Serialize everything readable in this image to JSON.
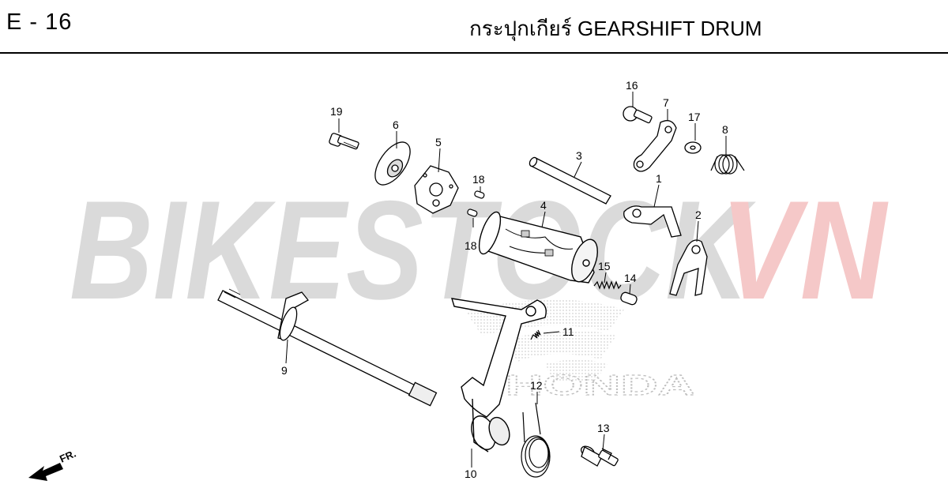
{
  "header": {
    "page_code": "E - 16",
    "title": "กระปุกเกียร์  GEARSHIFT DRUM"
  },
  "watermark": {
    "text_gray": "BIKESTOCK",
    "text_red": "VN",
    "brand_text": "HONDA",
    "gray_color": "#d9d9d9",
    "red_color": "#f6c9c9"
  },
  "front_indicator": "FR.",
  "callouts": [
    "1",
    "2",
    "3",
    "4",
    "5",
    "6",
    "7",
    "8",
    "9",
    "10",
    "11",
    "12",
    "13",
    "14",
    "15",
    "16",
    "17",
    "18",
    "18",
    "19"
  ],
  "parts": [
    {
      "ref": "1",
      "icon": "shift-fork-icon"
    },
    {
      "ref": "2",
      "icon": "shift-fork-icon"
    },
    {
      "ref": "3",
      "icon": "fork-shaft-icon"
    },
    {
      "ref": "4",
      "icon": "gearshift-drum-icon"
    },
    {
      "ref": "5",
      "icon": "drum-center-icon"
    },
    {
      "ref": "6",
      "icon": "shift-plate-icon"
    },
    {
      "ref": "7",
      "icon": "stopper-arm-icon"
    },
    {
      "ref": "8",
      "icon": "torsion-spring-icon"
    },
    {
      "ref": "9",
      "icon": "gearshift-spindle-icon"
    },
    {
      "ref": "10",
      "icon": "shift-arm-icon"
    },
    {
      "ref": "11",
      "icon": "spring-icon"
    },
    {
      "ref": "12",
      "icon": "return-spring-icon"
    },
    {
      "ref": "13",
      "icon": "pin-bolt-icon"
    },
    {
      "ref": "14",
      "icon": "plunger-icon"
    },
    {
      "ref": "15",
      "icon": "compression-spring-icon"
    },
    {
      "ref": "16",
      "icon": "bolt-icon"
    },
    {
      "ref": "17",
      "icon": "washer-icon"
    },
    {
      "ref": "18",
      "icon": "dowel-pin-icon"
    },
    {
      "ref": "19",
      "icon": "bolt-icon"
    }
  ]
}
